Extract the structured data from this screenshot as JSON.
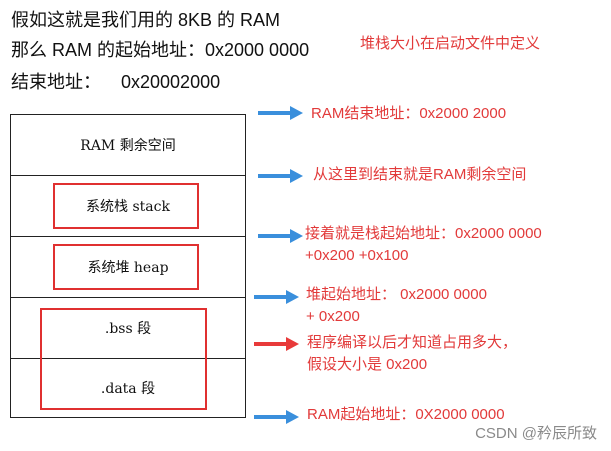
{
  "header": {
    "line1": "假如这就是我们用的 8KB 的 RAM",
    "line2": "那么 RAM 的起始地址：0x2000 0000",
    "line3_label": "结束地址：",
    "line3_value": "0x20002000"
  },
  "top_note": "堆栈大小在启动文件中定义",
  "memory_blocks": [
    "RAM 剩余空间",
    "系统栈 stack",
    "系统堆 heap",
    ".bss 段",
    ".data 段"
  ],
  "annotations": [
    {
      "lines": [
        "RAM结束地址：0x2000 2000"
      ]
    },
    {
      "lines": [
        "从这里到结束就是RAM剩余空间"
      ]
    },
    {
      "lines": [
        "接着就是栈起始地址：0x2000 0000",
        "+0x200 +0x100"
      ]
    },
    {
      "lines": [
        "堆起始地址： 0x2000 0000",
        "+ 0x200"
      ]
    },
    {
      "lines": [
        "程序编译以后才知道占用多大，",
        "假设大小是 0x200"
      ]
    },
    {
      "lines": [
        "RAM起始地址：0X2000 0000"
      ]
    }
  ],
  "colors": {
    "annotation_text": "#e23a3a",
    "red_box": "#e03030",
    "blue_arrow": "#3a8fdc",
    "red_arrow": "#e83a3a"
  },
  "watermark": "CSDN @矜辰所致"
}
